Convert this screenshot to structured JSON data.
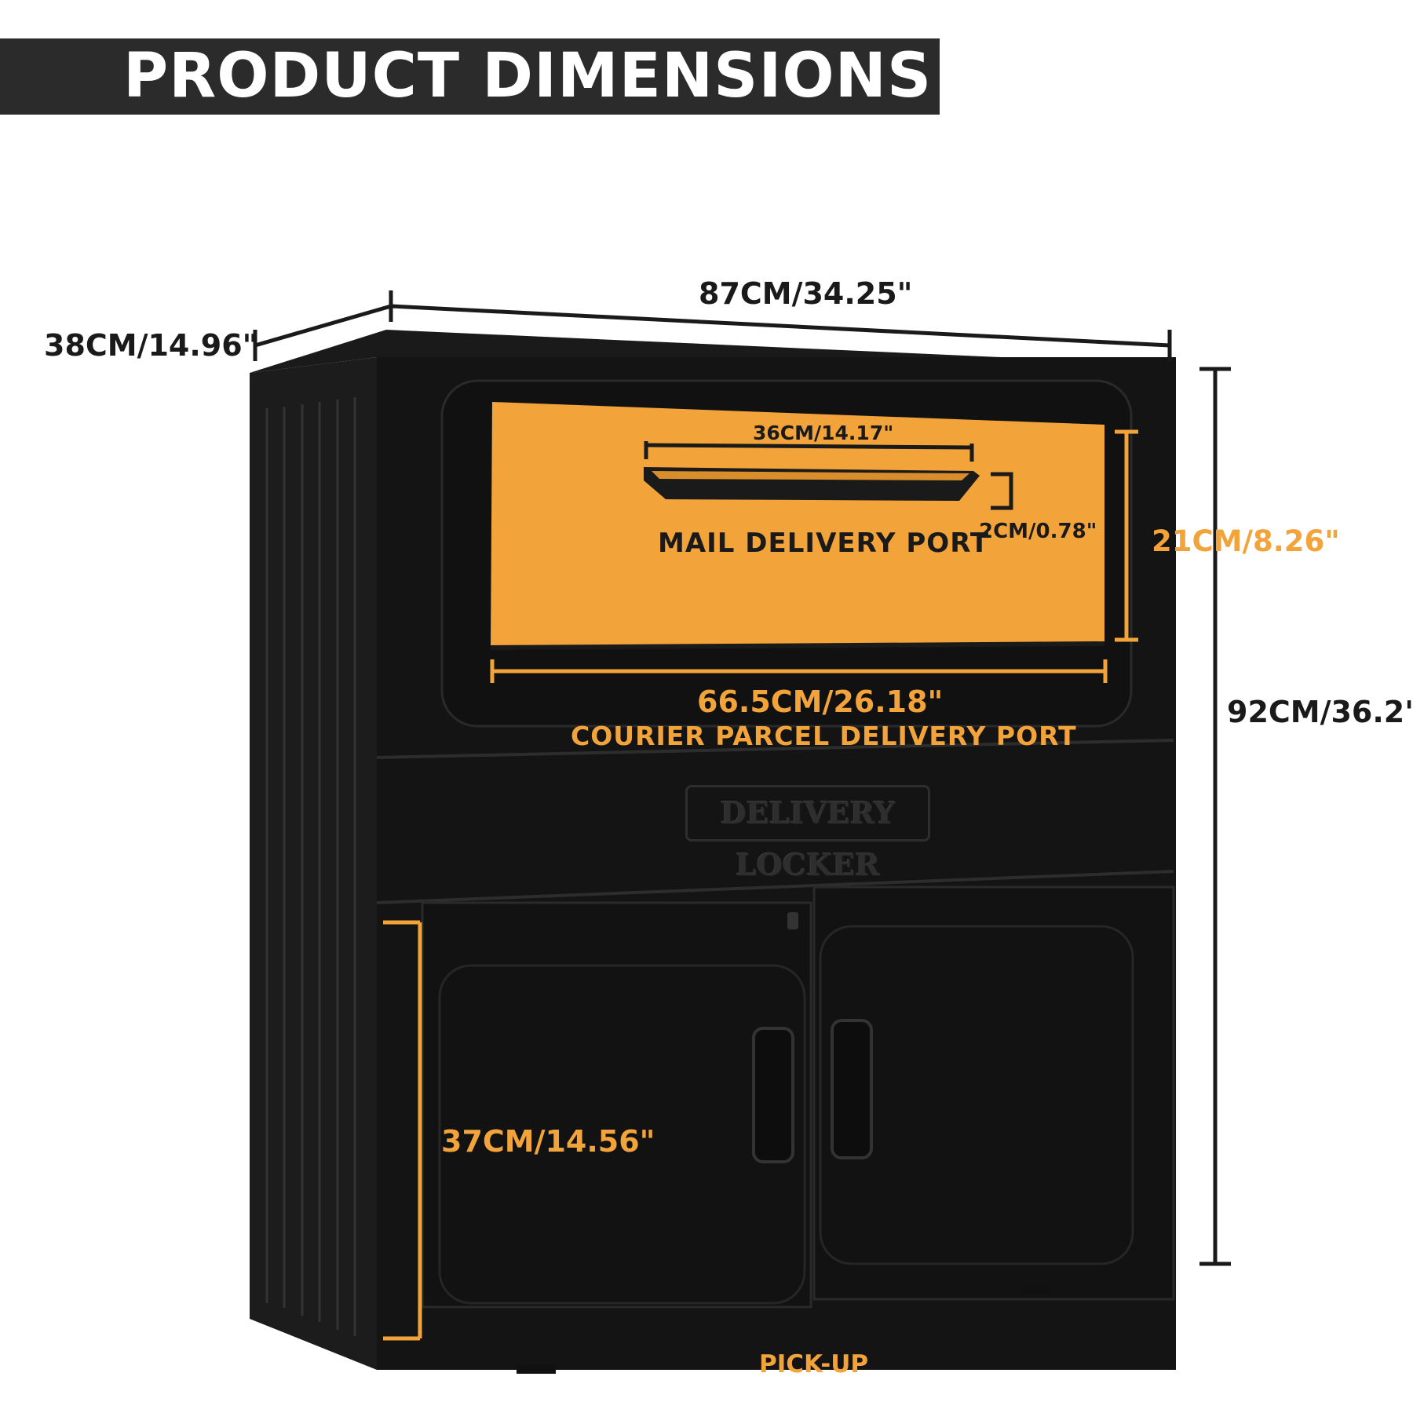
{
  "header": {
    "title": "PRODUCT DIMENSIONS"
  },
  "colors": {
    "accent": "#f2a33a",
    "cabinet": "#141414",
    "banner": "#2b2b2b"
  },
  "dimensions": {
    "width": "87CM/34.25\"",
    "depth": "38CM/14.96\"",
    "height": "92CM/36.2\"",
    "mail_slot_width": "36CM/14.17\"",
    "mail_slot_height": "2CM/0.78\"",
    "parcel_port_height": "21CM/8.26\"",
    "parcel_port_width": "66.5CM/26.18\"",
    "pickup_height": "37CM/14.56\""
  },
  "labels": {
    "mail_port": "MAIL DELIVERY PORT",
    "parcel_port": "COURIER PARCEL DELIVERY PORT",
    "embossed": "DELIVERY LOCKER",
    "pickup": "PICK-UP"
  }
}
